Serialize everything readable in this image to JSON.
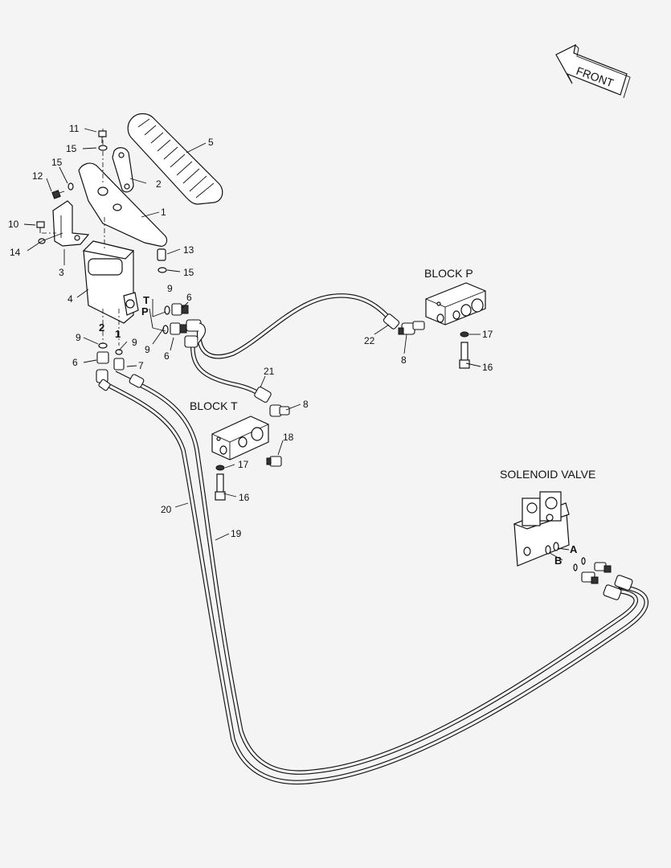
{
  "front_arrow": "FRONT",
  "blocks": {
    "block_p": "BLOCK  P",
    "block_t": "BLOCK  T",
    "solenoid": "SOLENOID VALVE"
  },
  "ports": {
    "t": "T",
    "p": "P",
    "two": "2",
    "one": "1",
    "a": "A",
    "b": "B"
  },
  "callouts": {
    "c1": "1",
    "c2": "2",
    "c3": "3",
    "c4": "4",
    "c5": "5",
    "c6a": "6",
    "c6b": "6",
    "c6c": "6",
    "c7": "7",
    "c8a": "8",
    "c8b": "8",
    "c9a": "9",
    "c9b": "9",
    "c9c": "9",
    "c9d": "9",
    "c10": "10",
    "c11": "11",
    "c12": "12",
    "c13": "13",
    "c14": "14",
    "c15a": "15",
    "c15b": "15",
    "c15c": "15",
    "c16a": "16",
    "c16b": "16",
    "c17a": "17",
    "c17b": "17",
    "c18": "18",
    "c19": "19",
    "c20": "20",
    "c21": "21",
    "c22": "22"
  }
}
